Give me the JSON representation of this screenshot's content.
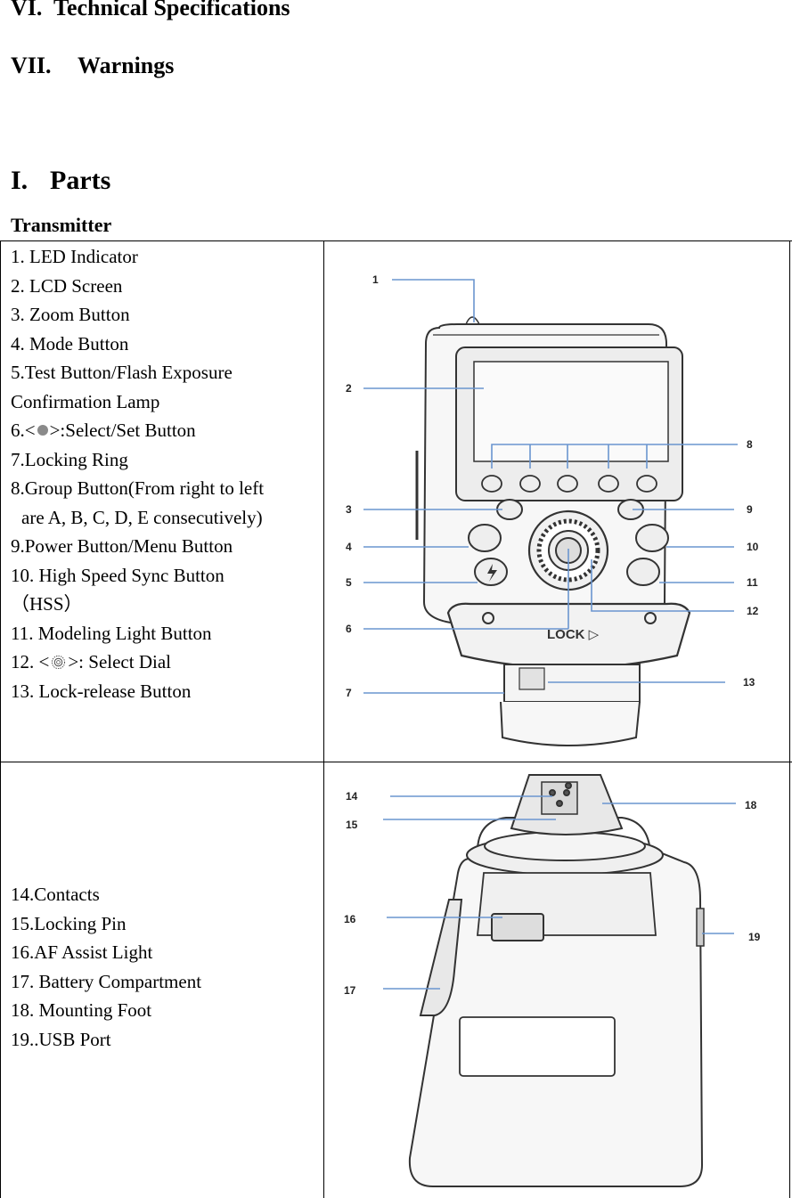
{
  "headings": {
    "section6": {
      "num": "VI.",
      "text": "Technical Specifications"
    },
    "section7": {
      "num": "VII.",
      "text": "Warnings"
    },
    "section1": {
      "num": "I.",
      "text": "Parts"
    },
    "subheading": "Transmitter"
  },
  "front_view": {
    "items": {
      "i1": "1. LED Indicator",
      "i2": "2. LCD Screen",
      "i3": "3. Zoom Button",
      "i4": "4. Mode Button",
      "i5a": "5.Test Button/Flash Exposure",
      "i5b": "Confirmation Lamp",
      "i6_pre": "6.<",
      "i6_post": ">:Select/Set Button",
      "i7": "7.Locking Ring",
      "i8a": "8.Group Button(From right to left",
      "i8b": "are A, B, C, D, E consecutively)",
      "i9": "9.Power Button/Menu Button",
      "i10a": "10. High Speed Sync Button",
      "i10b": "（HSS）",
      "i11": "11. Modeling Light Button",
      "i12_pre": "12. <",
      "i12_post": ">:    Select Dial",
      "i13": "13. Lock-release Button"
    },
    "callouts": [
      "1",
      "2",
      "3",
      "4",
      "5",
      "6",
      "7",
      "8",
      "9",
      "10",
      "11",
      "12",
      "13"
    ],
    "lock_text": "LOCK ▷"
  },
  "rear_view": {
    "items": {
      "i14": "14.Contacts",
      "i15": "15.Locking Pin",
      "i16": "16.AF Assist Light",
      "i17": "17. Battery Compartment",
      "i18": "18. Mounting Foot",
      "i19": "19..USB Port"
    },
    "callouts": [
      "14",
      "15",
      "16",
      "17",
      "18",
      "19"
    ]
  },
  "icons": [
    "set-button-dot-icon",
    "select-dial-icon",
    "flash-icon"
  ],
  "colors": {
    "leader_lines": "#6a95cf",
    "text": "#000000"
  }
}
